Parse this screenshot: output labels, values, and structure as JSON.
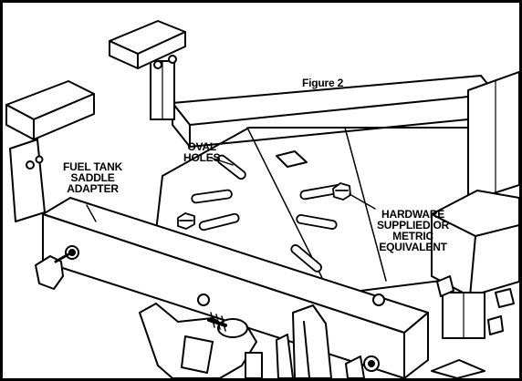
{
  "figure": {
    "title": "Figure 2",
    "labels": {
      "oval_holes": "OVAL\nHOLES",
      "fuel_tank_saddle_adapter": "FUEL TANK\nSADDLE\nADAPTER",
      "hardware": "HARDWARE\nSUPPLIED OR\nMETRIC\nEQUIVALENT"
    }
  },
  "colors": {
    "ink": "#000000",
    "paper": "#ffffff",
    "shade": "#bfbfbf"
  }
}
